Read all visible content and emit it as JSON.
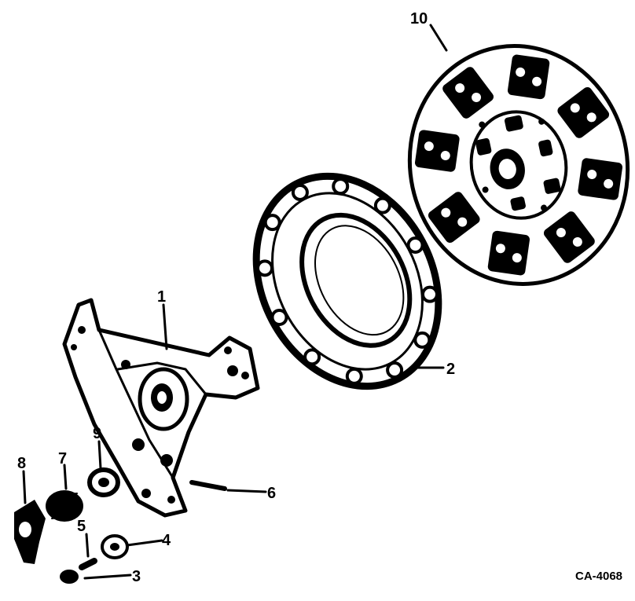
{
  "callouts": {
    "c1": "1",
    "c2": "2",
    "c3": "3",
    "c4": "4",
    "c5": "5",
    "c6": "6",
    "c7": "7",
    "c8": "8",
    "c9": "9",
    "c10": "10"
  },
  "figure_code": "CA-4068"
}
